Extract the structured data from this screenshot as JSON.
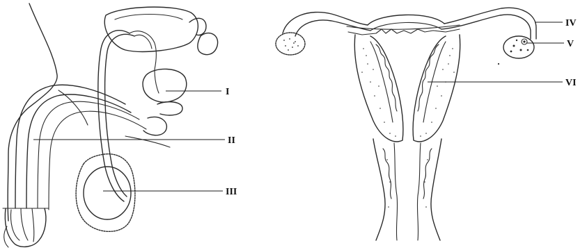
{
  "labels": {
    "I": "I",
    "II": "II",
    "III": "III",
    "IV": "IV",
    "V": "V",
    "VI": "VI"
  }
}
